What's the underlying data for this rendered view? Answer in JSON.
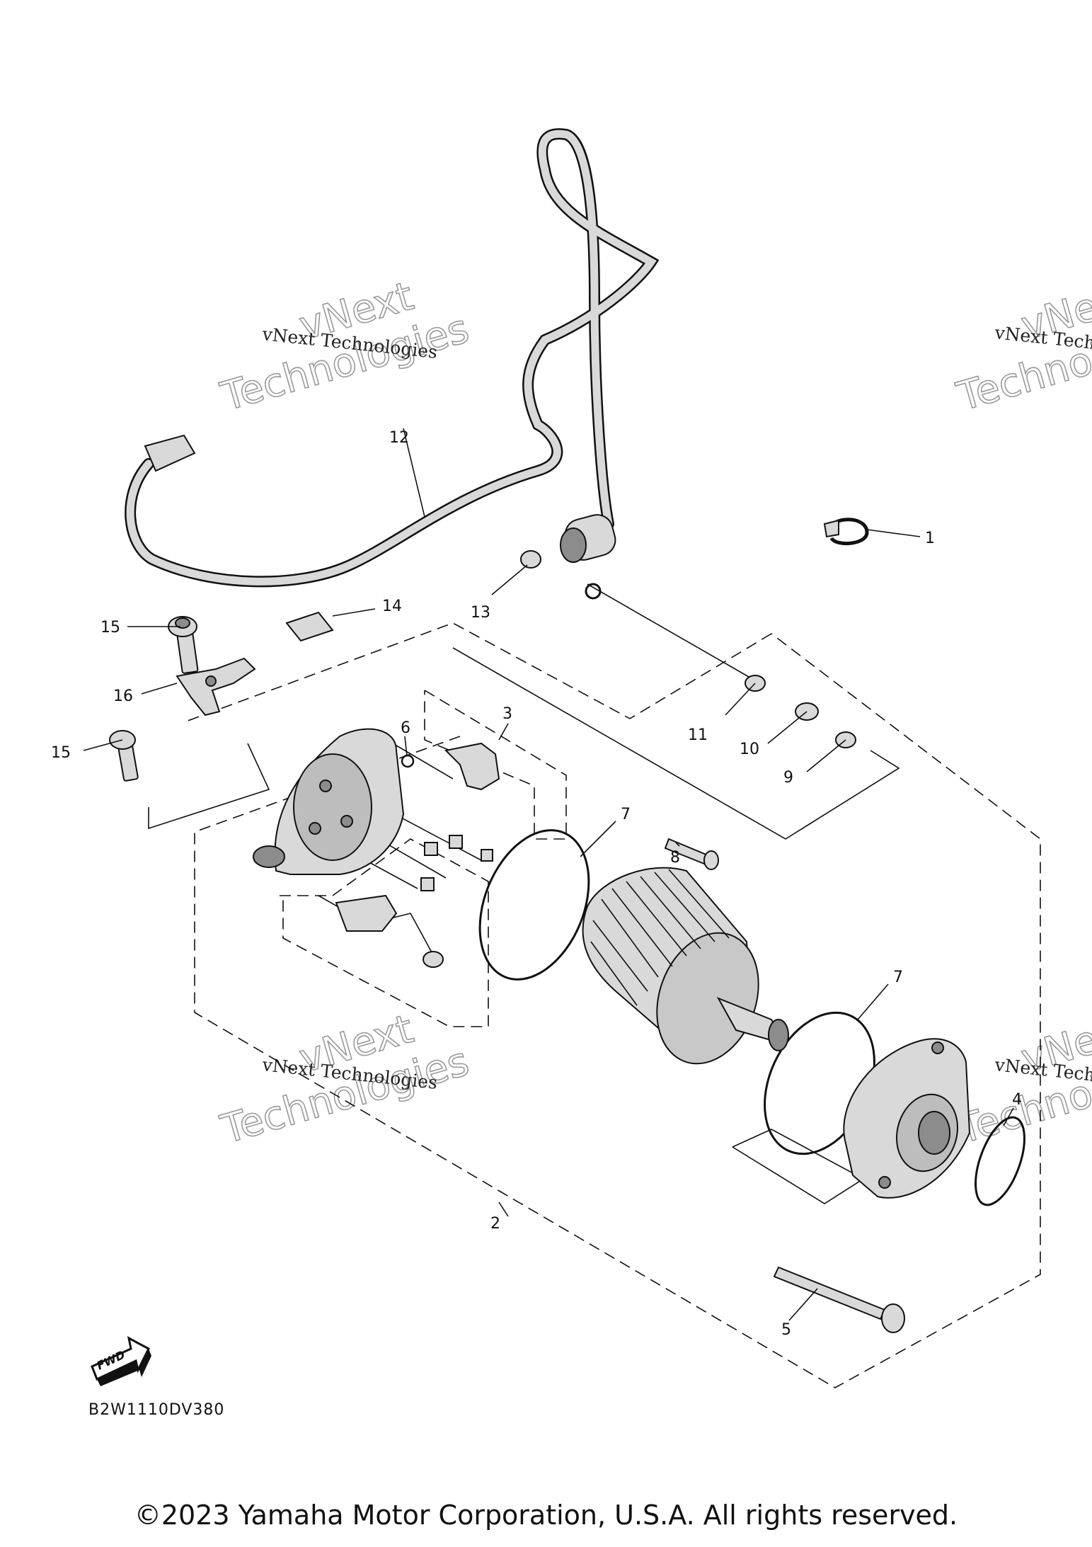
{
  "diagram": {
    "callouts": {
      "c1": "1",
      "c2": "2",
      "c3": "3",
      "c4": "4",
      "c5": "5",
      "c6": "6",
      "c7a": "7",
      "c7b": "7",
      "c8": "8",
      "c9": "9",
      "c10": "10",
      "c11": "11",
      "c12": "12",
      "c13": "13",
      "c14": "14",
      "c15a": "15",
      "c15b": "15",
      "c16": "16"
    },
    "diagram_code": "B2W1110DV380",
    "fwd_label": "FWD"
  },
  "watermarks": {
    "company_line": "vNext Technologies",
    "big_top": "vNext",
    "big_bottom": "Technologies"
  },
  "footer": {
    "copyright": "©2023 Yamaha Motor Corporation, U.S.A. All rights reserved."
  }
}
